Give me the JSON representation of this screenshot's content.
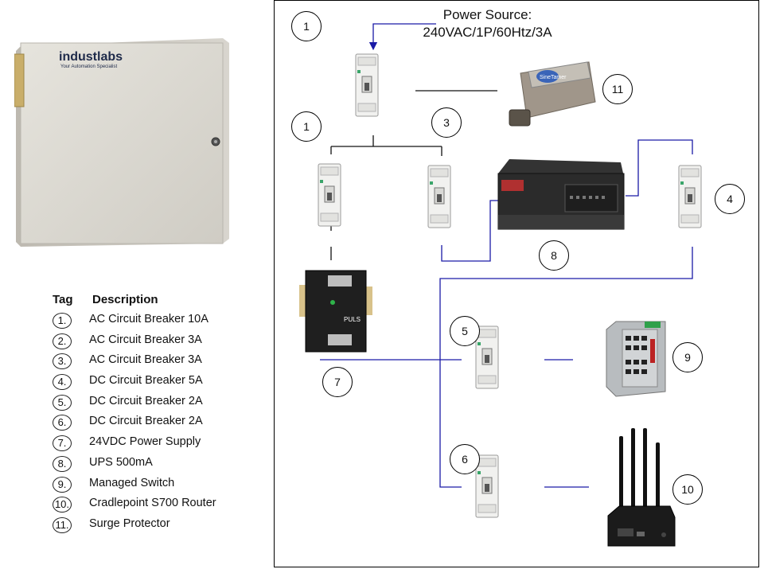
{
  "brand": {
    "name": "industlabs",
    "tagline": "Your Automation Specialist"
  },
  "power_source": {
    "line1": "Power Source:",
    "line2": "240VAC/1P/60Htz/3A"
  },
  "legend": {
    "tag_header": "Tag",
    "desc_header": "Description",
    "rows": [
      {
        "tag": "1.",
        "desc": "AC Circuit Breaker 10A"
      },
      {
        "tag": "2.",
        "desc": "AC Circuit Breaker 3A"
      },
      {
        "tag": "3.",
        "desc": "AC Circuit Breaker 3A"
      },
      {
        "tag": "4.",
        "desc": "DC Circuit Breaker 5A"
      },
      {
        "tag": "5.",
        "desc": "DC Circuit Breaker 2A"
      },
      {
        "tag": "6.",
        "desc": "DC Circuit Breaker 2A"
      },
      {
        "tag": "7.",
        "desc": "24VDC Power Supply"
      },
      {
        "tag": "8.",
        "desc": "UPS 500mA"
      },
      {
        "tag": "9.",
        "desc": "Managed Switch"
      },
      {
        "tag": "10.",
        "desc": "Cradlepoint S700 Router"
      },
      {
        "tag": "11.",
        "desc": "Surge Protector"
      }
    ]
  },
  "diagram_tags": {
    "t1_top": "1",
    "t1_second": "1",
    "t3": "3",
    "t4": "4",
    "t5": "5",
    "t6": "6",
    "t7": "7",
    "t8": "8",
    "t9": "9",
    "t10": "10",
    "t11": "11"
  },
  "device_labels": {
    "psu_brand": "PULS",
    "surge_brand": "SineTamer"
  },
  "colors": {
    "wire_blue": "#1a1aa6",
    "wire_black": "#111111",
    "enclosure": "#dcdad3"
  }
}
